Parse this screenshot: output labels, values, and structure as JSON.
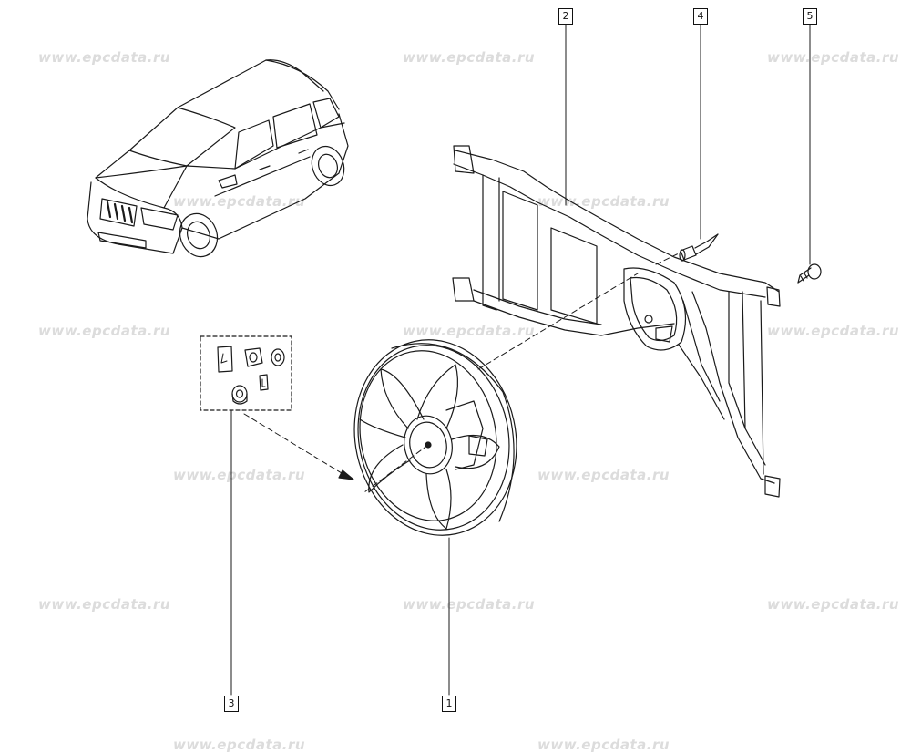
{
  "watermark": {
    "text": "www.epcdata.ru",
    "color": "#dcdcdc"
  },
  "callouts": [
    {
      "id": "1",
      "part": "cooling-fan"
    },
    {
      "id": "2",
      "part": "fan-shroud-frame"
    },
    {
      "id": "3",
      "part": "clip-kit"
    },
    {
      "id": "4",
      "part": "rivet-pin"
    },
    {
      "id": "5",
      "part": "screw"
    }
  ],
  "colors": {
    "line": "#1a1a1a",
    "paper": "#ffffff"
  }
}
